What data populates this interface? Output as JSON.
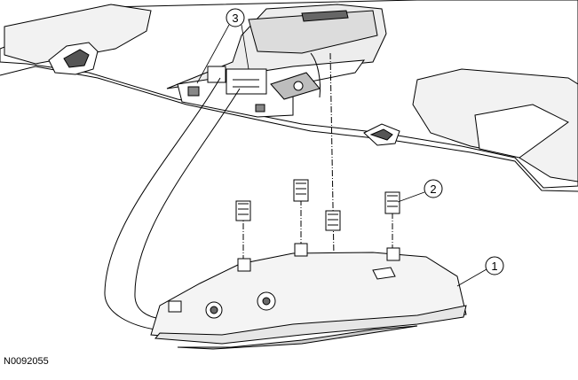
{
  "callouts": [
    {
      "number": "1",
      "part": "overhead-console"
    },
    {
      "number": "2",
      "part": "retaining-clip"
    },
    {
      "number": "3",
      "part": "electrical-connector"
    }
  ],
  "figure_id": "N0092055",
  "colors": {
    "line": "#000000",
    "fill": "#ffffff",
    "shade": "#e8e8e8",
    "dark": "#6a6a6a"
  }
}
